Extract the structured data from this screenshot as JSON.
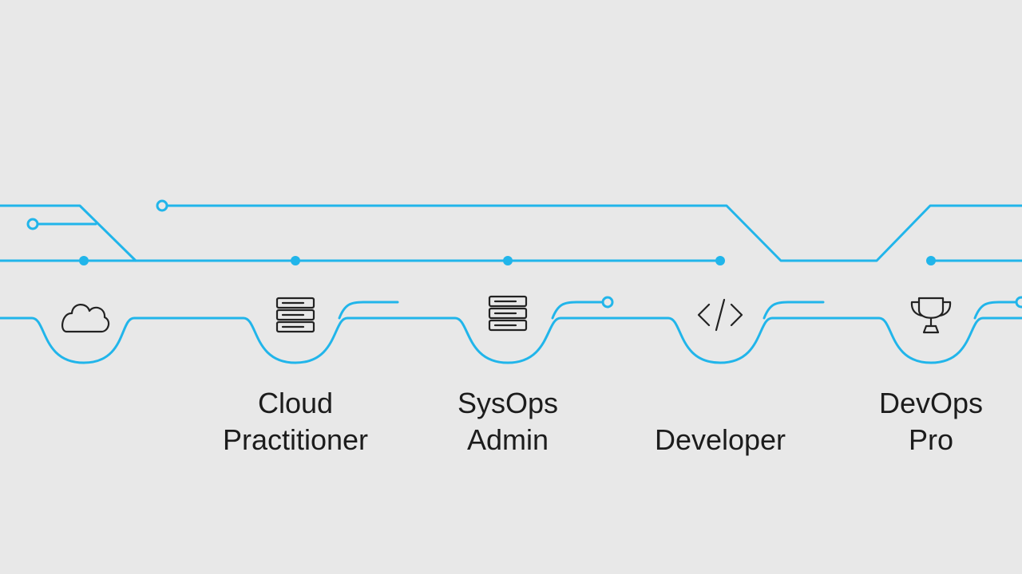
{
  "accent_color": "#21b5ea",
  "background_color": "#e8e8e8",
  "stations": [
    {
      "icon": "cloud-icon",
      "lines": []
    },
    {
      "icon": "server-stack-icon",
      "lines": [
        "Cloud",
        "Practitioner"
      ]
    },
    {
      "icon": "server-stack-icon",
      "lines": [
        "SysOps",
        "Admin"
      ]
    },
    {
      "icon": "code-brackets-icon",
      "lines": [
        "",
        "Developer"
      ]
    },
    {
      "icon": "trophy-icon",
      "lines": [
        "DevOps",
        "Pro"
      ]
    }
  ]
}
